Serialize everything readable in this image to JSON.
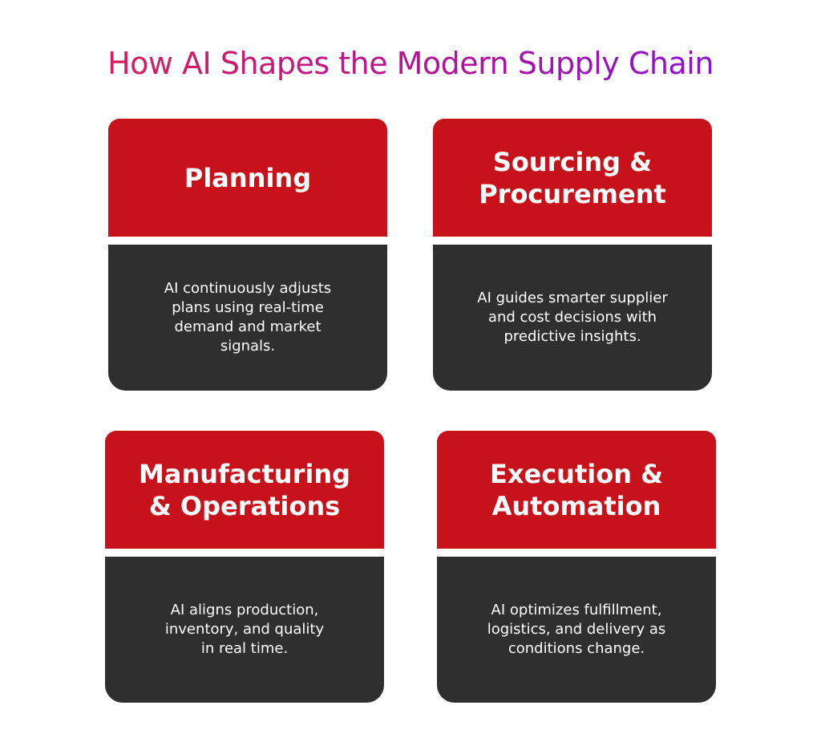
{
  "title": "How AI Shapes the Modern Supply Chain",
  "colors": {
    "title_gradient_start": "#d81f5a",
    "title_gradient_end": "#8a12d6",
    "header_red": "#c8121b",
    "body_dark": "#2f2f2f",
    "text_white": "#ffffff"
  },
  "cards": [
    {
      "heading": "Planning",
      "description": "AI continuously adjusts\nplans using real-time\ndemand and market\nsignals."
    },
    {
      "heading": "Sourcing &\nProcurement",
      "description": "AI guides smarter supplier\nand cost decisions with\npredictive insights."
    },
    {
      "heading": "Manufacturing\n& Operations",
      "description": "AI aligns production,\ninventory, and quality\nin real time."
    },
    {
      "heading": "Execution &\nAutomation",
      "description": "AI optimizes fulfillment,\nlogistics, and delivery as\nconditions change."
    }
  ]
}
